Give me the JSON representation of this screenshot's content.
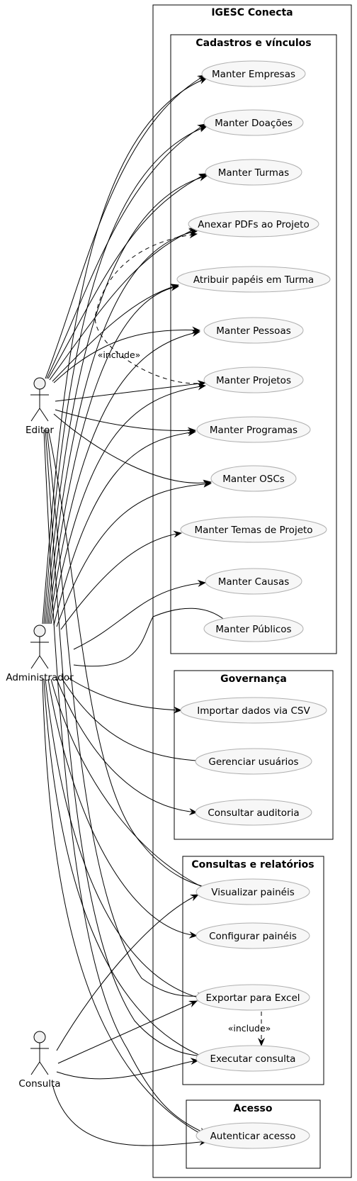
{
  "system": {
    "title": "IGESC Conecta"
  },
  "packages": {
    "cadastros": "Cadastros e vínculos",
    "governanca": "Governança",
    "consultas": "Consultas e relatórios",
    "acesso": "Acesso"
  },
  "actors": {
    "editor": "Editor",
    "administrador": "Administrador",
    "consulta": "Consulta"
  },
  "use_cases": {
    "empresas": "Manter Empresas",
    "doacoes": "Manter Doações",
    "turmas": "Manter Turmas",
    "anexar": "Anexar PDFs ao Projeto",
    "atribuir": "Atribuir papéis em Turma",
    "pessoas": "Manter Pessoas",
    "projetos": "Manter Projetos",
    "programas": "Manter Programas",
    "oscs": "Manter OSCs",
    "temas": "Manter Temas de Projeto",
    "causas": "Manter Causas",
    "publicos": "Manter Públicos",
    "csv": "Importar dados via CSV",
    "usuarios": "Gerenciar usuários",
    "auditoria": "Consultar auditoria",
    "visualizar": "Visualizar painéis",
    "configurar": "Configurar painéis",
    "exportar": "Exportar para Excel",
    "executar": "Executar consulta",
    "autenticar": "Autenticar acesso"
  },
  "relations": {
    "include_label_1": "«include»",
    "include_label_2": "«include»"
  }
}
